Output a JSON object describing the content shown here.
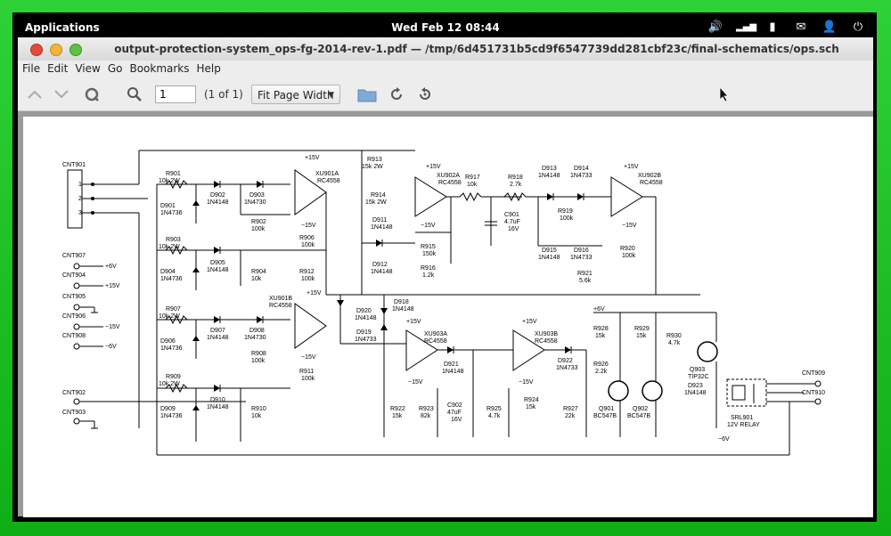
{
  "topbar": {
    "applications": "Applications",
    "clock": "Wed Feb 12 08:44",
    "tray": [
      "volume-icon",
      "signal-icon",
      "battery-icon",
      "mail-icon",
      "user-icon",
      "power-icon"
    ]
  },
  "window": {
    "title": "output-protection-system_ops-fg-2014-rev-1.pdf — /tmp/6d451731b5cd9f6547739dd281cbf23c/final-schematics/ops.sch"
  },
  "menu": [
    "File",
    "Edit",
    "View",
    "Go",
    "Bookmarks",
    "Help"
  ],
  "toolbar": {
    "page_value": "1",
    "page_count": "(1 of 1)",
    "zoom": "Fit Page Width"
  },
  "schematic": {
    "connectors_left": {
      "cnt901": "CNT901",
      "pins": [
        "1",
        "2",
        "3"
      ],
      "cnt907": "CNT907",
      "v907": "+6V",
      "cnt904": "CNT904",
      "v904": "+15V",
      "cnt905": "CNT905",
      "cnt906": "CNT906",
      "v906": "−15V",
      "cnt908": "CNT908",
      "v908": "−6V",
      "cnt902": "CNT902",
      "cnt903": "CNT903"
    },
    "labels": {
      "r901": "R901",
      "r901v": "10k  2W",
      "d901": "D901",
      "d901v": "1N4736",
      "d902": "D902",
      "d902v": "1N4148",
      "d903": "D903",
      "d903v": "1N4730",
      "r902": "R902",
      "r902v": "100k",
      "xu901a": "XU901A",
      "xu901av": "RC4558",
      "p15a": "+15V",
      "m15a": "−15V",
      "r903": "R903",
      "r903v": "10k  2W",
      "d904": "D904",
      "d904v": "1N4736",
      "d905": "D905",
      "d905v": "1N4148",
      "r904": "R904",
      "r904v": "10k",
      "r906": "R906",
      "r906v": "100k",
      "r912": "R912",
      "r912v": "100k",
      "r907": "R907",
      "r907v": "10k  2W",
      "d906": "D906",
      "d906v": "1N4736",
      "d907": "D907",
      "d907v": "1N4148",
      "d908": "D908",
      "d908v": "1N4730",
      "r908": "R908",
      "r908v": "100k",
      "xu901b": "XU901B",
      "xu901bv": "RC4558",
      "p15b": "+15V",
      "m15b": "−15V",
      "r911": "R911",
      "r911v": "100k",
      "r909": "R909",
      "r909v": "10k  2W",
      "d909": "D909",
      "d909v": "1N4736",
      "d910": "D910",
      "d910v": "1N4148",
      "r910": "R910",
      "r910v": "10k",
      "r913": "R913",
      "r913v": "15k  2W",
      "r914": "R914",
      "r914v": "15k  2W",
      "d911": "D911",
      "d911v": "1N4148",
      "d912": "D912",
      "d912v": "1N4148",
      "xu902a": "XU902A",
      "xu902av": "RC4558",
      "p15c": "+15V",
      "m15c": "−15V",
      "r917": "R917",
      "r917v": "10k",
      "r915": "R915",
      "r915v": "150k",
      "r916": "R916",
      "r916v": "1.2k",
      "r918": "R918",
      "r918v": "2.7k",
      "c901": "C901",
      "c901v": "4.7uF",
      "c901v2": "16V",
      "d913": "D913",
      "d913v": "1N4148",
      "d914": "D914",
      "d914v": "1N4733",
      "r919": "R919",
      "r919v": "100k",
      "xu902b": "XU902B",
      "xu902bv": "RC4558",
      "p15d": "+15V",
      "m15d": "−15V",
      "d915": "D915",
      "d915v": "1N4148",
      "d916": "D916",
      "d916v": "1N4733",
      "r920": "R920",
      "r920v": "100k",
      "r921": "R921",
      "r921v": "5.6k",
      "d920": "D920",
      "d920v": "1N4148",
      "d918": "D918",
      "d918v": "1N4148",
      "d919": "D919",
      "d919v": "1N4733",
      "xu903a": "XU903A",
      "xu903av": "RC4558",
      "p15e": "+15V",
      "m15e": "−15V",
      "d921": "D921",
      "d921v": "1N4148",
      "xu903b": "XU903B",
      "xu903bv": "RC4558",
      "p15f": "+15V",
      "m15f": "−15V",
      "r924": "R924",
      "r924v": "15k",
      "r922": "R922",
      "r922v": "15k",
      "r923": "R923",
      "r923v": "82k",
      "c902": "C902",
      "c902v": "47uF",
      "c902v2": "16V",
      "r925": "R925",
      "r925v": "4.7k",
      "d922": "D922",
      "d922v": "1N4733",
      "r926": "R926",
      "r926v": "2.2k",
      "r927": "R927",
      "r927v": "22k",
      "p6v": "+6V",
      "r928": "R928",
      "r928v": "15k",
      "r929": "R929",
      "r929v": "15k",
      "r930": "R930",
      "r930v": "4.7k",
      "q901": "Q901",
      "q901v": "BC547B",
      "q902": "Q902",
      "q902v": "BC547B",
      "q903": "Q903",
      "q903v": "TIP32C",
      "d923": "D923",
      "d923v": "1N4148",
      "srl901": "SRL901",
      "srl901v": "12V RELAY",
      "m6v": "−6V",
      "cnt909": "CNT909",
      "cnt910": "CNT910"
    }
  }
}
